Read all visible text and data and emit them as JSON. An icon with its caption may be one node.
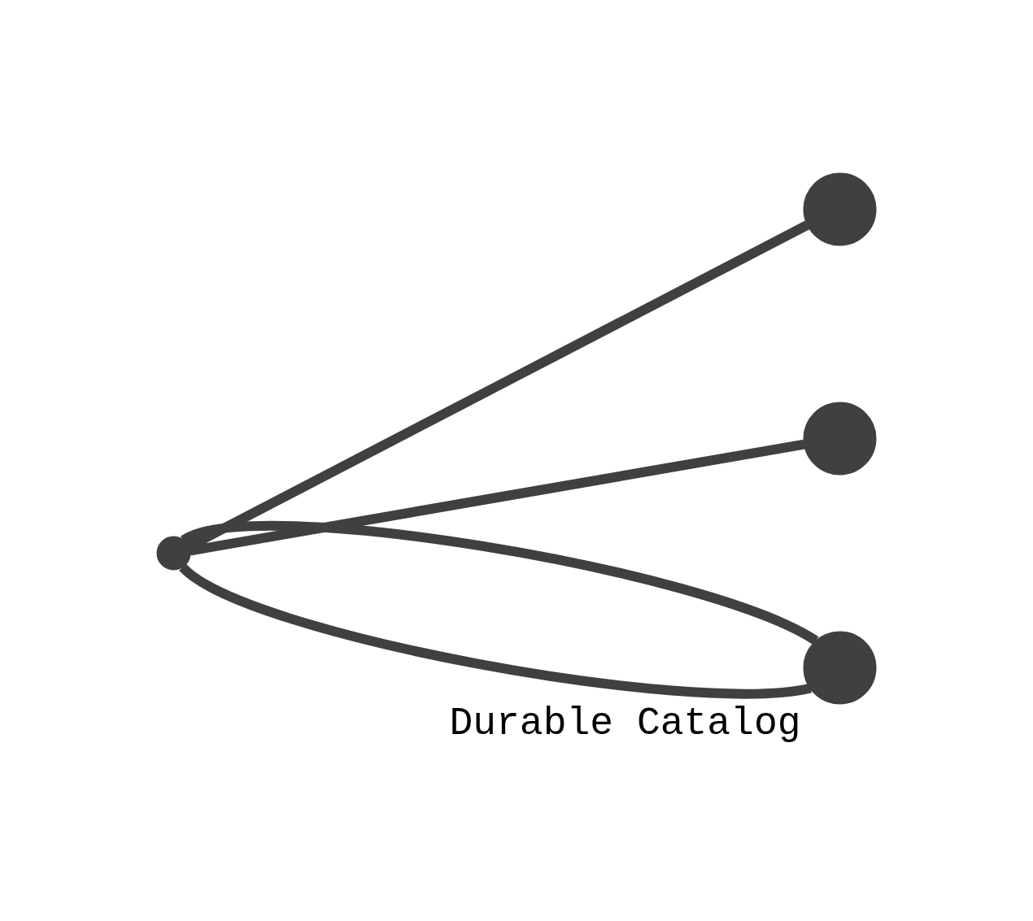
{
  "diagram": {
    "nodes": [
      {
        "text": [],
        "shape": "circle"
      },
      {
        "text": [],
        "shape": "circle",
        "beside": [
          "Durable Catalog"
        ]
      },
      {
        "text": [],
        "shape": "circle"
      },
      {
        "text": [],
        "shape": "circle"
      }
    ],
    "edges": [
      {
        "from": 0,
        "to": 3,
        "arrow": "none"
      },
      {
        "from": 0,
        "to": 2,
        "arrow": "none"
      },
      {
        "from": 0,
        "to": 1,
        "arrow": "none"
      },
      {
        "from": 0,
        "to": 1,
        "arrow": "none"
      }
    ]
  }
}
